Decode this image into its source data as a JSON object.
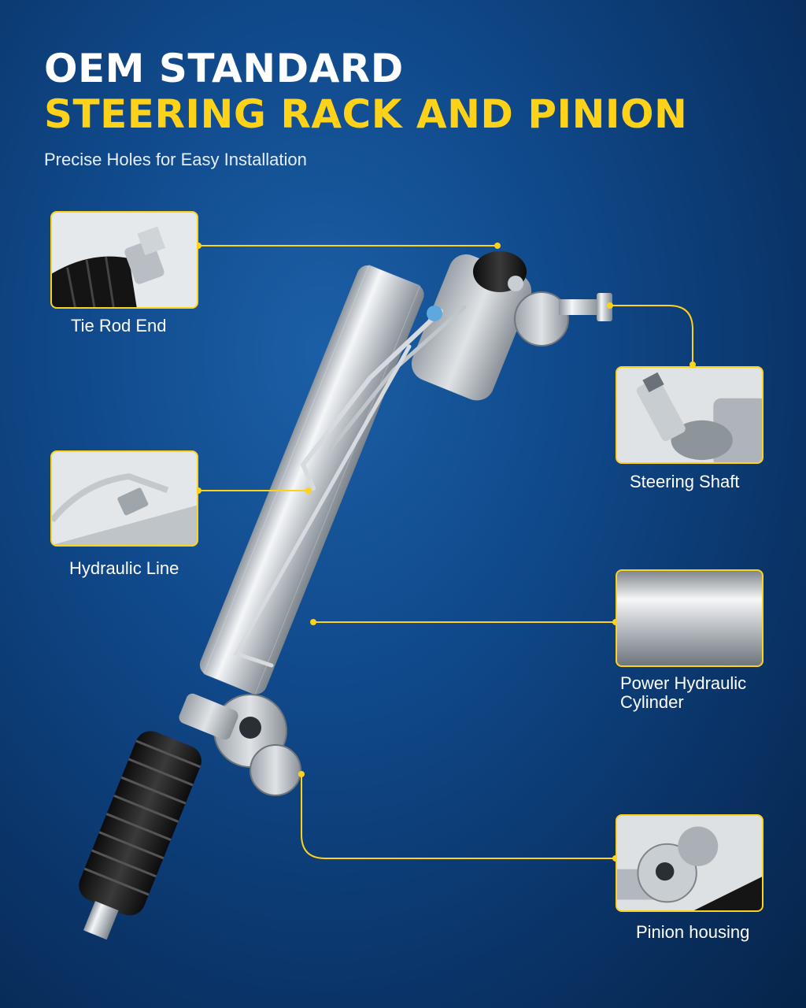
{
  "header": {
    "title_line1": "OEM STANDARD",
    "title_line2": "STEERING RACK AND PINION",
    "subtitle": "Precise Holes for Easy Installation"
  },
  "callouts": {
    "tie_rod_end": "Tie Rod End",
    "steering_shaft": "Steering Shaft",
    "hydraulic_line": "Hydraulic Line",
    "power_hydraulic_cylinder_line1": "Power Hydraulic",
    "power_hydraulic_cylinder_line2": "Cylinder",
    "pinion_housing": "Pinion housing"
  },
  "colors": {
    "accent_yellow": "#ffd21a",
    "background_blue": "#0d3f7a",
    "text_white": "#ffffff"
  }
}
